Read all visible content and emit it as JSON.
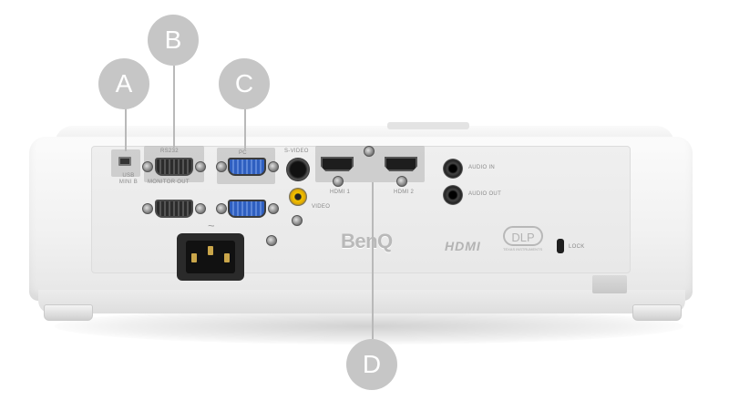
{
  "product": {
    "brand_logo": "BenQ",
    "hdmi_logo": "HDMI",
    "dlp_logo": "DLP",
    "dlp_sub": "TEXAS INSTRUMENTS",
    "power_symbol": "~"
  },
  "port_labels": {
    "usb": "USB\nMINI B",
    "rs232": "RS232",
    "monitor_out": "MONITOR OUT",
    "pc": "PC",
    "svideo": "S-VIDEO",
    "video": "VIDEO",
    "hdmi1": "HDMI 1",
    "hdmi2": "HDMI 2",
    "audio_in": "AUDIO IN",
    "audio_out": "AUDIO OUT",
    "lock": "LOCK"
  },
  "callouts": [
    {
      "label": "A",
      "target": "usb-port"
    },
    {
      "label": "B",
      "target": "rs232-port"
    },
    {
      "label": "C",
      "target": "vga-pc-port"
    },
    {
      "label": "D",
      "target": "hdmi-ports"
    }
  ],
  "colors": {
    "callout": "#c6c6c6",
    "vga_blue": "#2f5fc0",
    "rca_yellow": "#f2c200",
    "body": "#f4f4f4"
  }
}
